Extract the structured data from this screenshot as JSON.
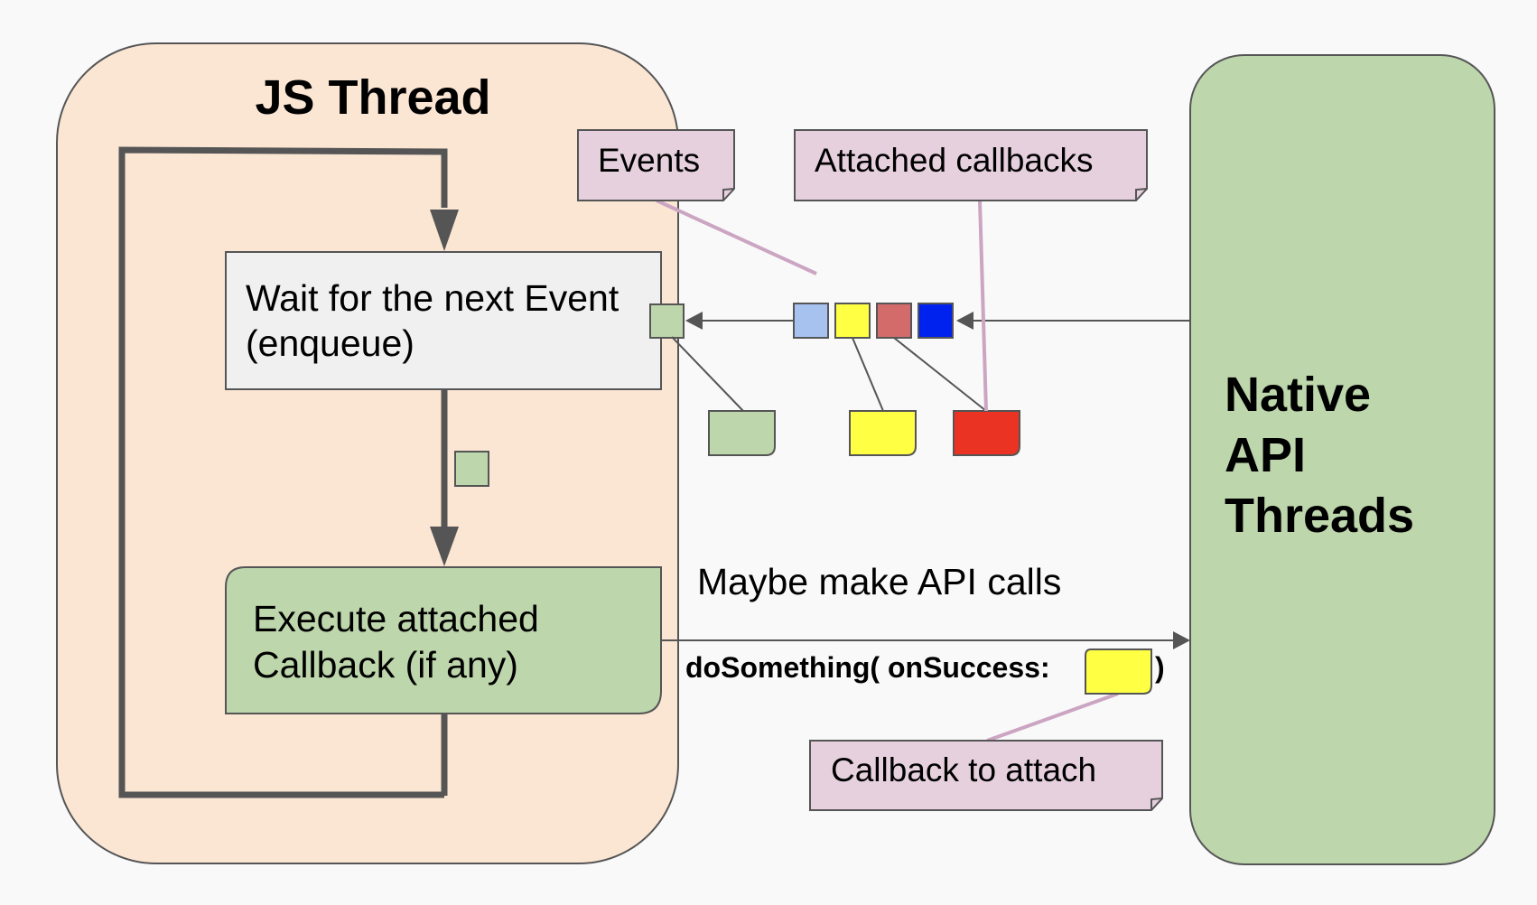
{
  "js_thread": {
    "title": "JS Thread",
    "wait_box": {
      "line1": "Wait for the next Event",
      "line2": "(enqueue)"
    },
    "exec_box": {
      "line1": "Execute attached",
      "line2": "Callback (if any)"
    }
  },
  "native": {
    "line1": "Native",
    "line2": "API",
    "line3": "Threads"
  },
  "notes": {
    "events": "Events",
    "attached_callbacks": "Attached callbacks",
    "callback_to_attach": "Callback to attach"
  },
  "api_call": {
    "caption": "Maybe make API calls",
    "code_prefix": "doSomething( onSuccess:",
    "code_suffix": ")"
  },
  "colors": {
    "js_thread_bg": "#fbe6d4",
    "native_bg": "#bdd6ab",
    "note_bg": "#e6d0de",
    "wait_box_bg": "#f0f0f0",
    "exec_box_bg": "#bdd6ab",
    "event_light_blue": "#a8c2f0",
    "event_yellow": "#ffff44",
    "event_dusty_red": "#d36b6b",
    "event_blue": "#0022ee",
    "callback_green": "#bdd6ab",
    "callback_yellow": "#ffff44",
    "callback_red": "#ea3323",
    "connector_pink": "#cba5c2"
  }
}
